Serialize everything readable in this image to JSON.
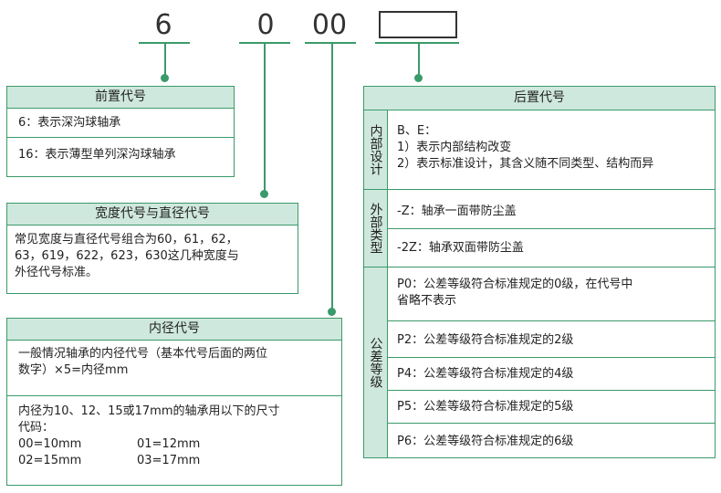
{
  "codes": {
    "c1": "6",
    "c2": "0",
    "c3": "00",
    "c4": ""
  },
  "colors": {
    "line": "#3a9a6a",
    "header_bg": "#cfe8dd"
  },
  "prefix": {
    "title": "前置代号",
    "rows": [
      "6：表示深沟球轴承",
      "16：表示薄型单列深沟球轴承"
    ]
  },
  "width_diam": {
    "title": "宽度代号与直径代号",
    "lines": [
      "常见宽度与直径代号组合为60，61，62，",
      "63，619，622，623，630这几种宽度与",
      "外径代号标准。"
    ]
  },
  "bore": {
    "title": "内径代号",
    "intro": [
      "一般情况轴承的内径代号（基本代号后面的两位",
      "数字）×5=内径mm"
    ],
    "detail_lines": [
      "内径为10、12、15或17mm的轴承用以下的尺寸",
      "代码："
    ],
    "codes": [
      [
        "00=10mm",
        "01=12mm"
      ],
      [
        "02=15mm",
        "03=17mm"
      ]
    ]
  },
  "suffix": {
    "title": "后置代号",
    "internal": {
      "label": "内部设计",
      "lines": [
        "B、E：",
        "1）表示内部结构改变",
        "2）表示标准设计，其含义随不同类型、结构而异"
      ]
    },
    "external": {
      "label": "外部类型",
      "rows": [
        "-Z：轴承一面带防尘盖",
        "-2Z：轴承双面带防尘盖"
      ]
    },
    "tolerance": {
      "label": "公差等级",
      "p0": [
        "P0：公差等级符合标准规定的0级，在代号中",
        "省略不表示"
      ],
      "rows": [
        "P2：公差等级符合标准规定的2级",
        "P4：公差等级符合标准规定的4级",
        "P5：公差等级符合标准规定的5级",
        "P6：公差等级符合标准规定的6级"
      ]
    }
  }
}
